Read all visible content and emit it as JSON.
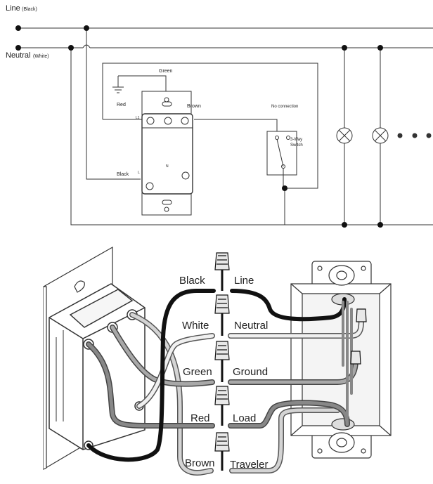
{
  "schematic": {
    "line_label": "Line",
    "line_sub": "(Black)",
    "neutral_label": "Neutral",
    "neutral_sub": "(White)",
    "green_label": "Green",
    "red_label": "Red",
    "brown_label": "Brown",
    "black_label": "Black",
    "l1_label": "L1",
    "l_label": "L",
    "n_label": "N",
    "no_connection_label": "No connection",
    "way_switch_label": "3-Way",
    "way_switch_sub": "Switch"
  },
  "wiring": {
    "pairs": [
      {
        "left": "Black",
        "right": "Line"
      },
      {
        "left": "White",
        "right": "Neutral"
      },
      {
        "left": "Green",
        "right": "Ground"
      },
      {
        "left": "Red",
        "right": "Load"
      },
      {
        "left": "Brown",
        "right": "Traveler"
      }
    ]
  },
  "colors": {
    "black_wire": "#1a1a1a",
    "white_wire": "#e6e6e6",
    "green_wire": "#9a9a9a",
    "red_wire": "#7a7a7a",
    "brown_wire": "#c8c8c8",
    "line": "#333333"
  }
}
